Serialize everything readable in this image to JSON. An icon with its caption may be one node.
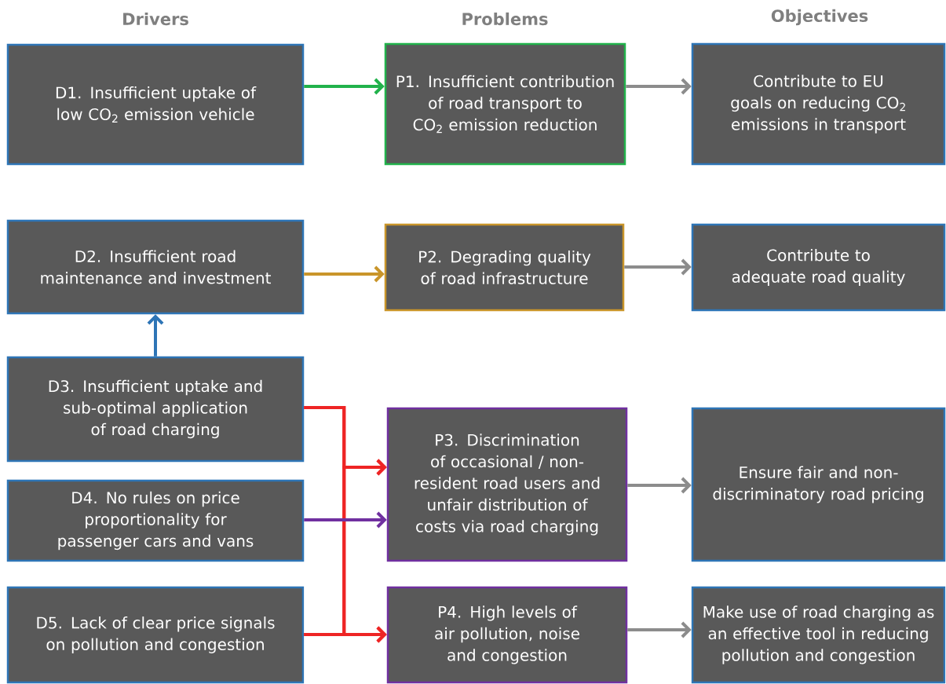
{
  "diagram": {
    "nodes": [
      {
        "text": [
          "D1. Insufficient uptake of low CO$_{2}$ emission vehicle"
        ]
      },
      {
        "text": [
          "P1. Insufficient contribution of road transport to CO$_{2}$ emission reduction"
        ]
      },
      {
        "text": [
          "Contribute to EU goals on reducing CO$_{2}$ emissions in transport"
        ]
      },
      {
        "text": [
          "D2. Insufficient road maintenance and investment"
        ]
      },
      {
        "text": [
          "P2. Degrading quality of road infrastructure"
        ]
      },
      {
        "text": [
          "Contribute to adequate road quality"
        ]
      },
      {
        "text": [
          "D3. Insufficient uptake and sub-optimal application of road charging"
        ]
      },
      {
        "text": [
          "P3. Discrimination of occasional / non-resident road users and unfair distribution of costs via road charging"
        ]
      },
      {
        "text": [
          "Ensure fair and non-discriminatory road pricing"
        ]
      },
      {
        "text": [
          "D4. No rules on price proportionality for passenger cars and vans"
        ]
      },
      {
        "text": [
          "D5. Lack of clear price signals on pollution and congestion"
        ]
      },
      {
        "text": [
          "P4. High levels of air pollution, noise and congestion"
        ]
      },
      {
        "text": [
          "Make use of road charging as an effective tool in reducing pollution and congestion"
        ]
      }
    ],
    "edges": [
      {
        "from": 0,
        "to": 1,
        "arrow": "to",
        "color": "#21b24b"
      },
      {
        "from": 1,
        "to": 2,
        "arrow": "to"
      },
      {
        "from": 3,
        "to": 4,
        "arrow": "to",
        "color": "#c9952a"
      },
      {
        "from": 4,
        "to": 5,
        "arrow": "to"
      },
      {
        "from": 6,
        "to": 3,
        "arrow": "to",
        "color": "#2e75b6"
      },
      {
        "from": 6,
        "to": 7,
        "arrow": "to",
        "color": "#ee2424"
      },
      {
        "from": 6,
        "to": 11,
        "arrow": "to",
        "color": "#ee2424"
      },
      {
        "from": 10,
        "to": 7,
        "arrow": "to",
        "color": "#ee2424"
      },
      {
        "from": 10,
        "to": 11,
        "arrow": "to",
        "color": "#ee2424"
      },
      {
        "from": 9,
        "to": 7,
        "arrow": "to",
        "color": "#7030a0"
      },
      {
        "from": 7,
        "to": 8,
        "arrow": "to"
      },
      {
        "from": 11,
        "to": 12,
        "arrow": "to"
      }
    ],
    "labels": [
      "Drivers",
      "Problems",
      "Objectives"
    ]
  }
}
